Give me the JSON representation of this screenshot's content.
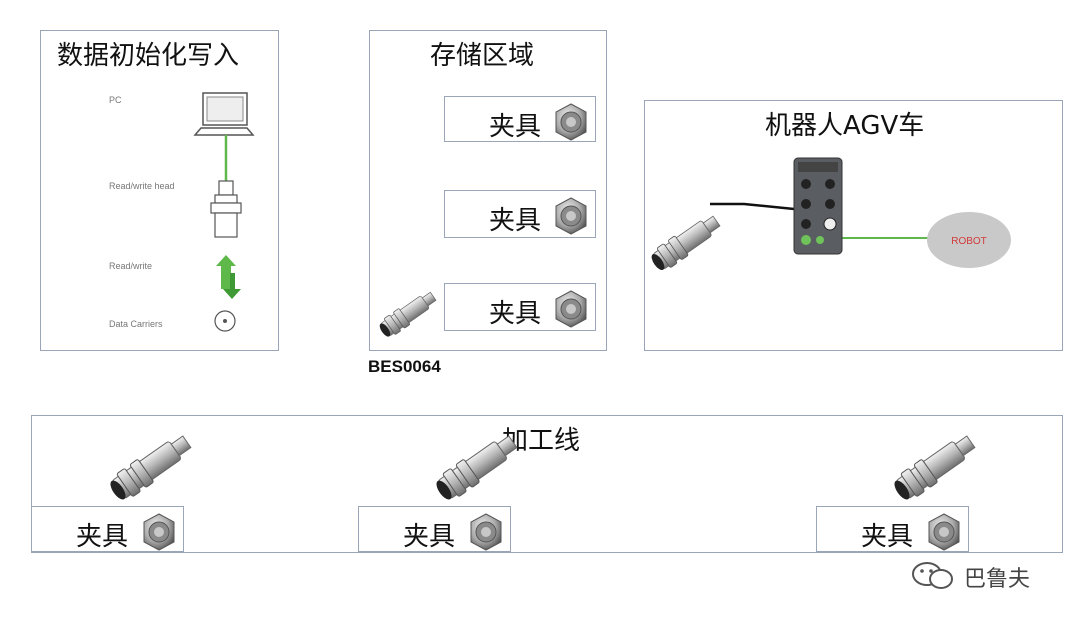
{
  "panels": {
    "init": {
      "title": "数据初始化写入",
      "labels": [
        "PC",
        "Read/write head",
        "Read/write",
        "Data Carriers"
      ]
    },
    "storage": {
      "title": "存储区域",
      "fixtures": [
        "夹具",
        "夹具",
        "夹具"
      ],
      "sensor_label": "BES0064"
    },
    "agv": {
      "title": "机器人AGV车",
      "robot_label": "ROBOT"
    },
    "line": {
      "title": "加工线",
      "fixtures": [
        "夹具",
        "夹具",
        "夹具"
      ]
    }
  },
  "watermark": "巴鲁夫",
  "colors": {
    "border": "#9aa6b8",
    "green_cable": "#5fb84a",
    "robot": "#c9c9c9",
    "robot_text": "#d23a3a"
  }
}
